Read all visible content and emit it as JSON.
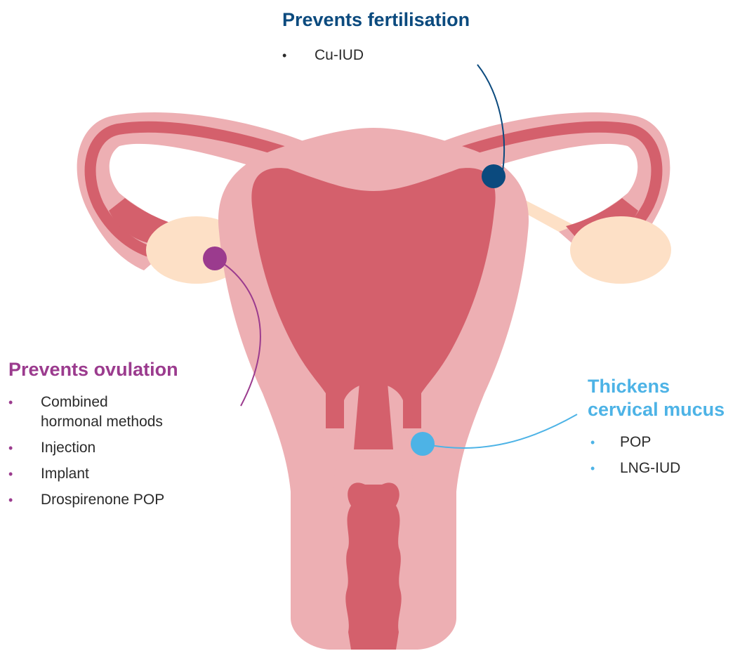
{
  "colors": {
    "fertilisation": "#0b4a7e",
    "ovulation": "#9b3b8e",
    "cervical_mucus": "#4db3e6",
    "tissue_outer": "#edafb3",
    "tissue_inner": "#d4606c",
    "ovary": "#fde0c6"
  },
  "callouts": {
    "fertilisation": {
      "heading": "Prevents fertilisation",
      "items": [
        "Cu-IUD"
      ]
    },
    "ovulation": {
      "heading": "Prevents ovulation",
      "items": [
        "Combined\nhormonal methods",
        "Injection",
        "Implant",
        "Drospirenone POP"
      ]
    },
    "cervical_mucus": {
      "heading": "Thickens\ncervical mucus",
      "items": [
        "POP",
        "LNG-IUD"
      ]
    }
  },
  "bullet_glyph": "•"
}
